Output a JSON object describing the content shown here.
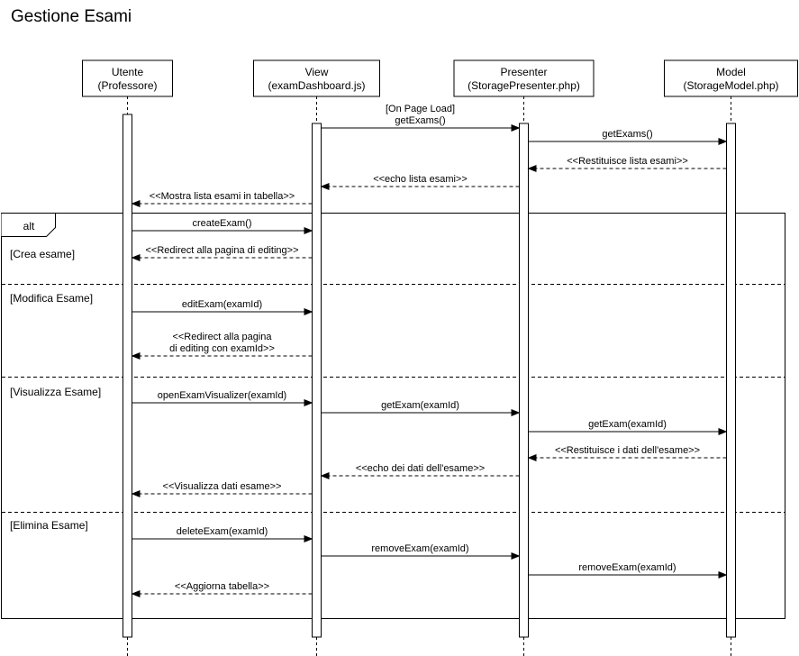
{
  "title": "Gestione Esami",
  "participants": [
    {
      "id": "utente",
      "line1": "Utente",
      "line2": "(Professore)"
    },
    {
      "id": "view",
      "line1": "View",
      "line2": "(examDashboard.js)"
    },
    {
      "id": "presenter",
      "line1": "Presenter",
      "line2": "(StoragePresenter.php)"
    },
    {
      "id": "model",
      "line1": "Model",
      "line2": "(StorageModel.php)"
    }
  ],
  "messages": [
    {
      "id": "on-page-load",
      "from": 1,
      "to": 2,
      "kind": "call",
      "lines": [
        "[On Page Load]",
        "getExams()"
      ]
    },
    {
      "id": "get-exams",
      "from": 2,
      "to": 3,
      "kind": "call",
      "lines": [
        "getExams()"
      ]
    },
    {
      "id": "restituisce-lista",
      "from": 3,
      "to": 2,
      "kind": "return",
      "lines": [
        "<<Restituisce lista esami>>"
      ]
    },
    {
      "id": "echo-lista",
      "from": 2,
      "to": 1,
      "kind": "return",
      "lines": [
        "<<echo lista esami>>"
      ]
    },
    {
      "id": "mostra-lista",
      "from": 1,
      "to": 0,
      "kind": "return",
      "lines": [
        "<<Mostra lista esami in tabella>>"
      ]
    },
    {
      "id": "create-exam",
      "from": 0,
      "to": 1,
      "kind": "call",
      "lines": [
        "createExam()"
      ]
    },
    {
      "id": "redirect-editing",
      "from": 1,
      "to": 0,
      "kind": "return",
      "lines": [
        "<<Redirect alla pagina di editing>>"
      ]
    },
    {
      "id": "edit-exam",
      "from": 0,
      "to": 1,
      "kind": "call",
      "lines": [
        "editExam(examId)"
      ]
    },
    {
      "id": "redirect-editing-id",
      "from": 1,
      "to": 0,
      "kind": "return",
      "lines": [
        "<<Redirect alla pagina",
        "di editing con examId>>"
      ]
    },
    {
      "id": "open-visualizer",
      "from": 0,
      "to": 1,
      "kind": "call",
      "lines": [
        "openExamVisualizer(examId)"
      ]
    },
    {
      "id": "get-exam-presenter",
      "from": 1,
      "to": 2,
      "kind": "call",
      "lines": [
        "getExam(examId)"
      ]
    },
    {
      "id": "get-exam-model",
      "from": 2,
      "to": 3,
      "kind": "call",
      "lines": [
        "getExam(examId)"
      ]
    },
    {
      "id": "restituisce-dati",
      "from": 3,
      "to": 2,
      "kind": "return",
      "lines": [
        "<<Restituisce i dati dell'esame>>"
      ]
    },
    {
      "id": "echo-dati",
      "from": 2,
      "to": 1,
      "kind": "return",
      "lines": [
        "<<echo dei dati dell'esame>>"
      ]
    },
    {
      "id": "visualizza-dati",
      "from": 1,
      "to": 0,
      "kind": "return",
      "lines": [
        "<<Visualizza dati esame>>"
      ]
    },
    {
      "id": "delete-exam",
      "from": 0,
      "to": 1,
      "kind": "call",
      "lines": [
        "deleteExam(examId)"
      ]
    },
    {
      "id": "remove-exam-presenter",
      "from": 1,
      "to": 2,
      "kind": "call",
      "lines": [
        "removeExam(examId)"
      ]
    },
    {
      "id": "remove-exam-model",
      "from": 2,
      "to": 3,
      "kind": "call",
      "lines": [
        "removeExam(examId)"
      ]
    },
    {
      "id": "aggiorna-tabella",
      "from": 1,
      "to": 0,
      "kind": "return",
      "lines": [
        "<<Aggiorna tabella>>"
      ]
    }
  ],
  "alt_fragment": {
    "label": "alt",
    "guards": [
      "[Crea esame]",
      "[Modifica Esame]",
      "[Visualizza Esame]",
      "[Elimina Esame]"
    ]
  }
}
